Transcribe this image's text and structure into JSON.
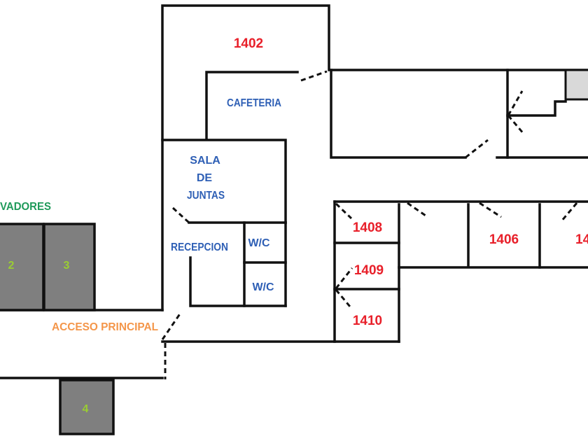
{
  "colors": {
    "room_number": "#e8202a",
    "area_label": "#2e5fb5",
    "elevators_label": "#1f9a5a",
    "elevator_number": "#9acd32",
    "access_label": "#f4964a",
    "elevator_fill": "#7f7f7f",
    "shaft_fill": "#d9d9d9"
  },
  "rooms": {
    "r1402": "1402",
    "r1408": "1408",
    "r1409": "1409",
    "r1410": "1410",
    "r1406": "1406",
    "r14xx": "14"
  },
  "areas": {
    "cafeteria": "CAFETERIA",
    "sala_line1": "SALA",
    "sala_line2": "DE",
    "sala_line3": "JUNTAS",
    "recepcion": "RECEPCION",
    "wc1": "W/C",
    "wc2": "W/C",
    "elevadores": "VADORES",
    "acceso": "ACCESO PRINCIPAL"
  },
  "elevators": [
    "2",
    "3",
    "4"
  ]
}
